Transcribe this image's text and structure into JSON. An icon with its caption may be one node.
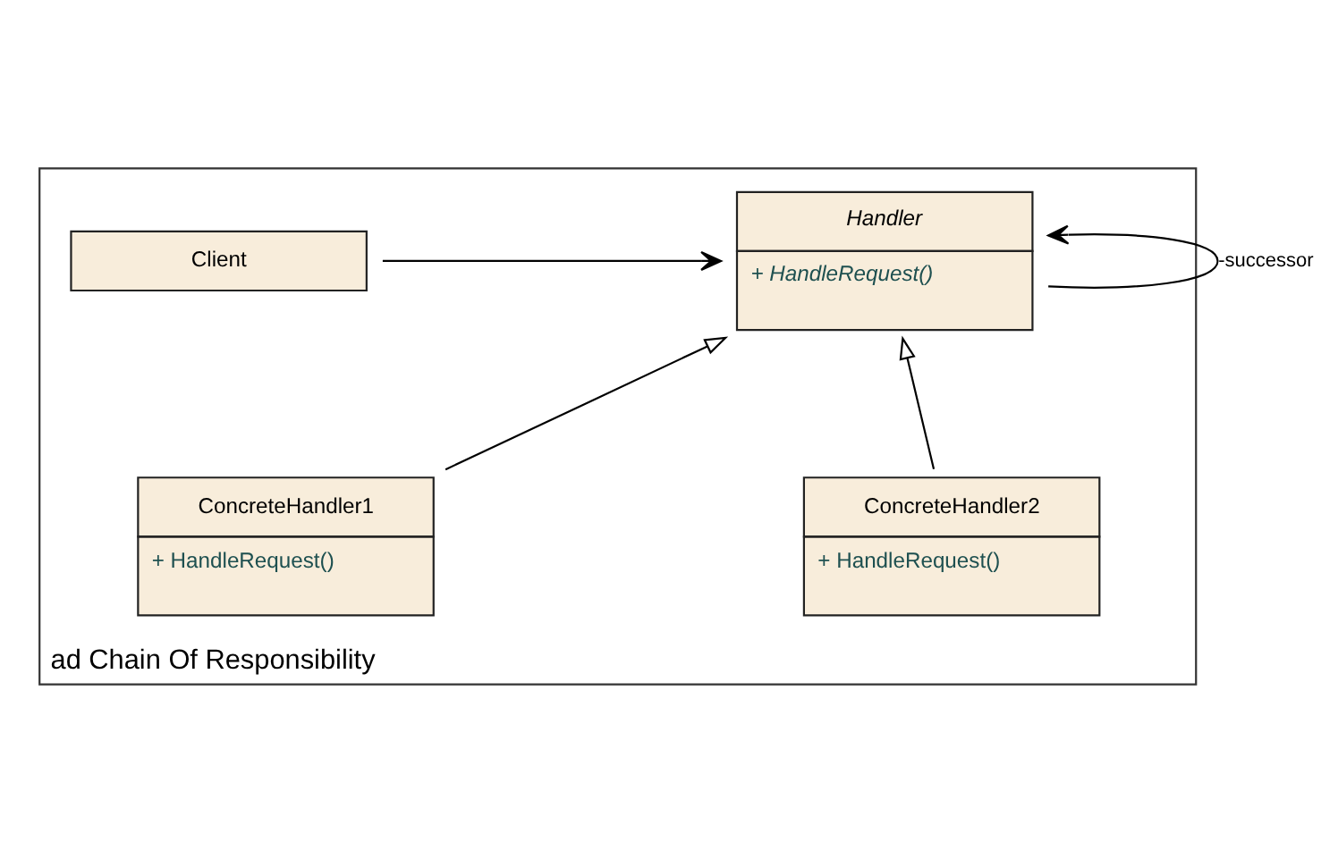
{
  "diagram": {
    "nodes": [
      {
        "text": [
          "ad Chain Of Responsibility"
        ]
      },
      {
        "text": [
          "Client"
        ],
        "in": 0
      },
      {
        "text": [
          "Handler",
          "+ HandleRequest()"
        ],
        "in": 0
      },
      {
        "text": [
          "ConcreteHandler1",
          "+ HandleRequest()"
        ],
        "in": 0
      },
      {
        "text": [
          "ConcreteHandler2",
          "+ HandleRequest()"
        ],
        "in": 0
      }
    ],
    "edges": [
      {
        "from": 1,
        "to": 2,
        "arrow": "to"
      },
      {
        "from": 2,
        "to": 2,
        "arrow": "to",
        "label": "-successor"
      },
      {
        "from": 3,
        "to": 2,
        "arrow": "to"
      },
      {
        "from": 4,
        "to": 2,
        "arrow": "to"
      }
    ]
  }
}
